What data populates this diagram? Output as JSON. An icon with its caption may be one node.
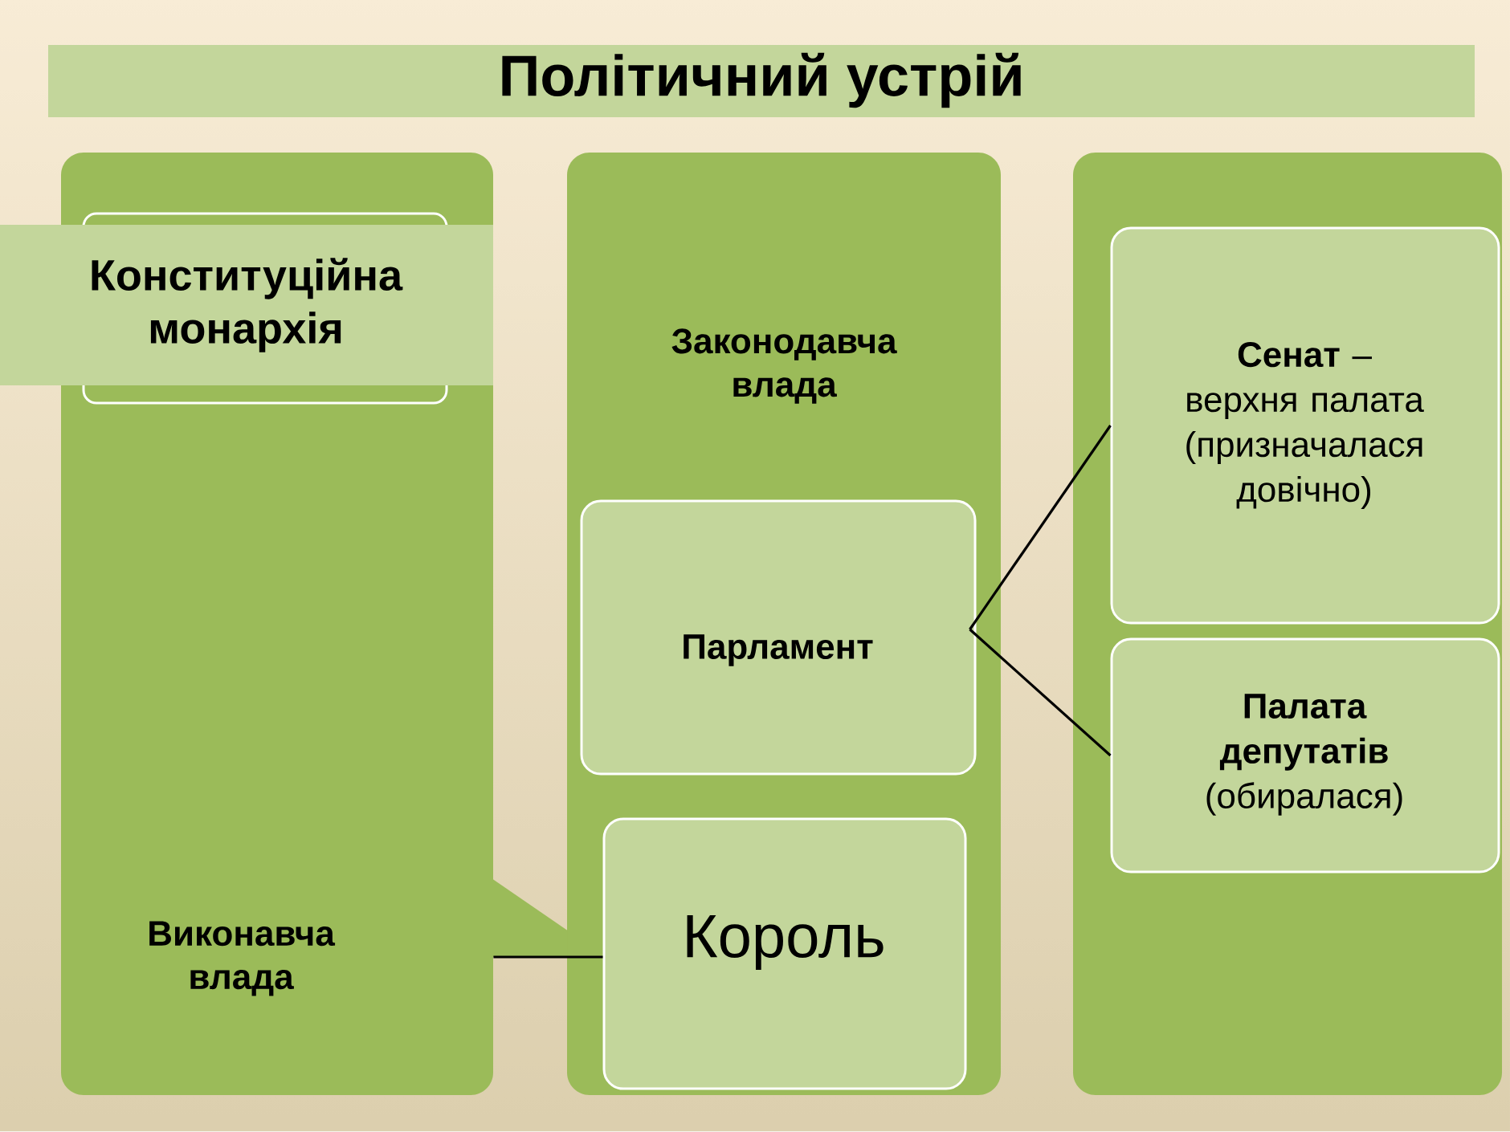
{
  "diagram": {
    "title": "Політичний устрій",
    "nodes": [
      {
        "text": [
          "Виконавча влада"
        ]
      },
      {
        "text": [
          "Конституційна монархія"
        ]
      },
      {
        "text": [
          "Законодавча влада"
        ]
      },
      {
        "text": [
          "Парламент"
        ],
        "in": 2
      },
      {
        "text": [
          "Король"
        ],
        "in": 2
      },
      {
        "text": [],
        "shape": "box"
      },
      {
        "text": [
          "**Сенат** – верхня палата (призначалася довічно)"
        ],
        "in": 5
      },
      {
        "text": [
          "**Палата депутатів** (обиралася)"
        ],
        "in": 5
      }
    ],
    "edges": [
      {
        "from": 3,
        "to": 6,
        "arrow": "none"
      },
      {
        "from": 3,
        "to": 7,
        "arrow": "none"
      },
      {
        "from": 0,
        "to": 4,
        "arrow": "none"
      }
    ]
  }
}
